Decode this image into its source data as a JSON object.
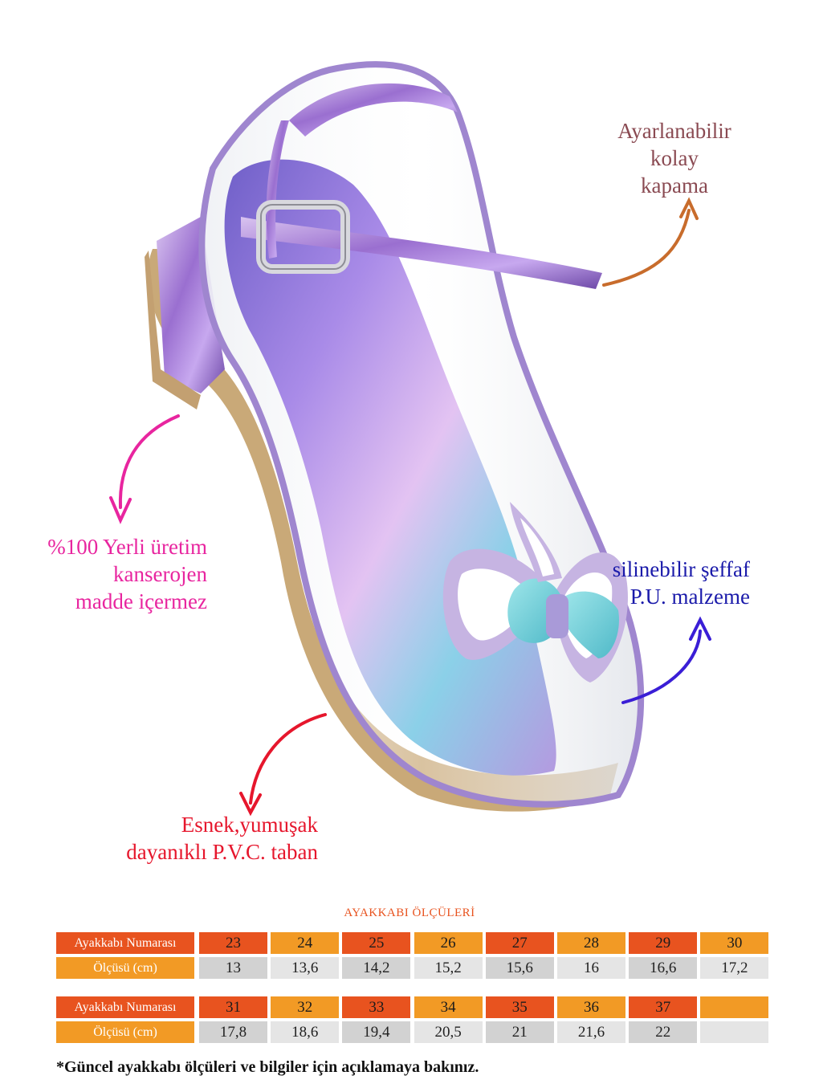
{
  "colors": {
    "closure": "#8a4a52",
    "closure_arrow": "#c86c2c",
    "origin": "#e8259f",
    "material": "#1a1aaa",
    "material_arrow": "#3a1ed6",
    "sole": "#e6162c",
    "table_dark_orange": "#e8531f",
    "table_light_orange": "#f29a25",
    "table_gray_dark": "#d2d2d2",
    "table_gray_light": "#e5e5e5"
  },
  "callouts": {
    "closure": [
      "Ayarlanabilir",
      "kolay",
      "kapama"
    ],
    "origin": [
      "%100 Yerli üretim",
      "kanserojen",
      "madde içermez"
    ],
    "material": [
      "silinebilir şeffaf",
      "P.U. malzeme"
    ],
    "sole": [
      "Esnek,yumuşak",
      "dayanıklı P.V.C. taban"
    ]
  },
  "size_table": {
    "title": "AYAKKABI ÖLÇÜLERİ",
    "number_label": "Ayakkabı Numarası",
    "measure_label": "Ölçüsü (cm)",
    "block1": {
      "numbers": [
        "23",
        "24",
        "25",
        "26",
        "27",
        "28",
        "29",
        "30"
      ],
      "measures": [
        "13",
        "13,6",
        "14,2",
        "15,2",
        "15,6",
        "16",
        "16,6",
        "17,2"
      ]
    },
    "block2": {
      "numbers": [
        "31",
        "32",
        "33",
        "34",
        "35",
        "36",
        "37",
        ""
      ],
      "measures": [
        "17,8",
        "18,6",
        "19,4",
        "20,5",
        "21",
        "21,6",
        "22",
        ""
      ]
    }
  },
  "footnote": "*Güncel ayakkabı ölçüleri ve bilgiler için açıklamaya bakınız."
}
